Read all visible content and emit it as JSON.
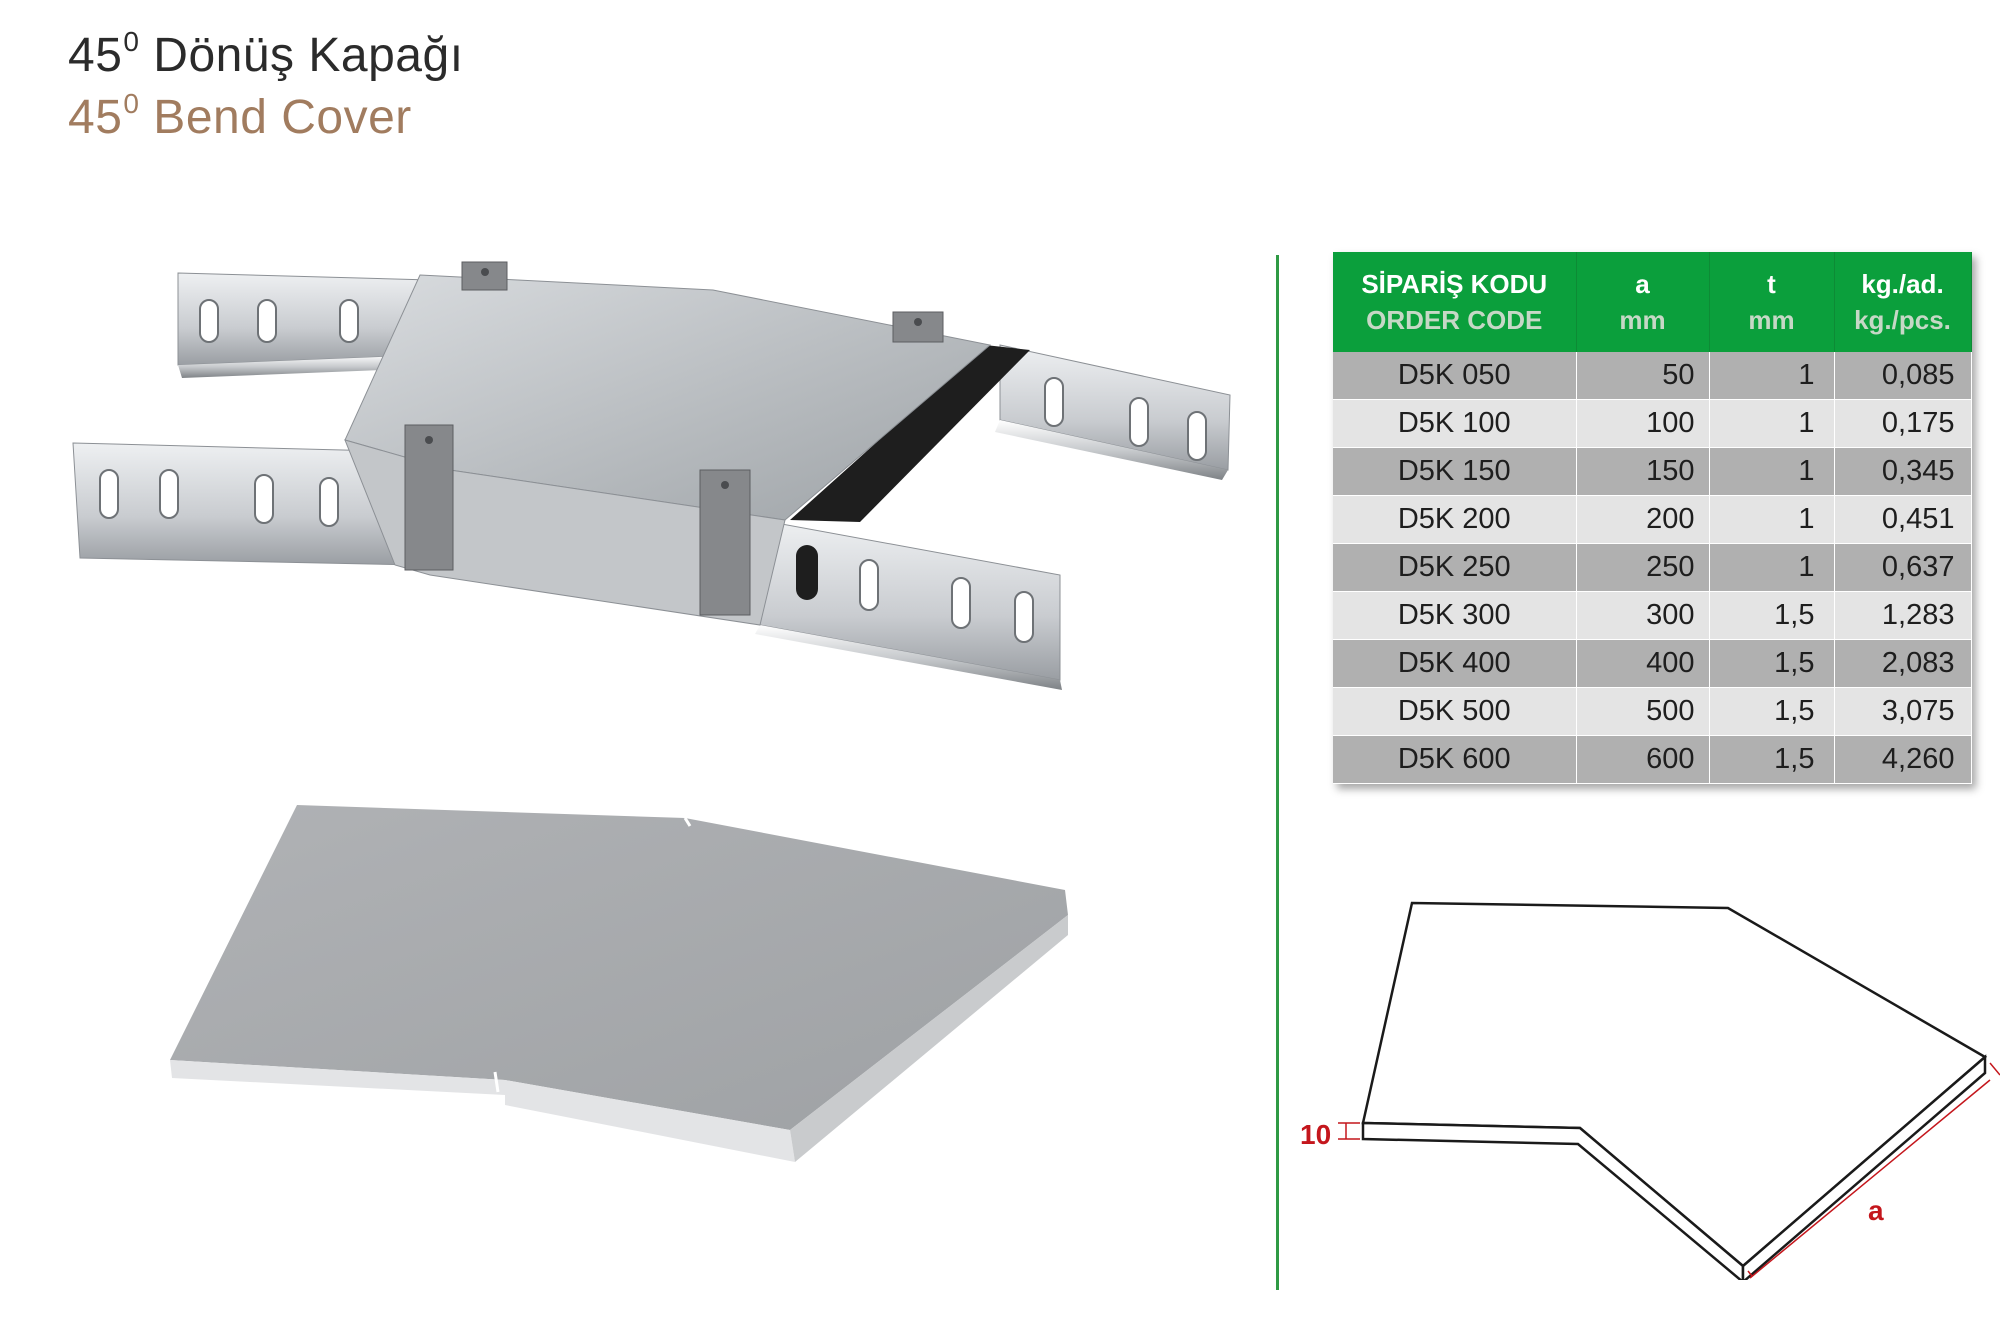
{
  "title": {
    "tr_main": "45",
    "tr_sup": "0",
    "tr_rest": " Dönüş Kapağı",
    "en_main": "45",
    "en_sup": "0",
    "en_rest": " Bend Cover"
  },
  "colors": {
    "header_green": "#0b9f3c",
    "divider_green": "#2f9a44",
    "title_brown": "#a17c5f",
    "dimension_red": "#c4161c"
  },
  "table": {
    "headers": [
      {
        "line1": "SİPARİŞ KODU",
        "line2": "ORDER CODE"
      },
      {
        "line1": "a",
        "line2": "mm"
      },
      {
        "line1": "t",
        "line2": "mm"
      },
      {
        "line1": "kg./ad.",
        "line2": "kg./pcs."
      }
    ],
    "rows": [
      {
        "code": "D5K 050",
        "a": "50",
        "t": "1",
        "kg": "0,085"
      },
      {
        "code": "D5K 100",
        "a": "100",
        "t": "1",
        "kg": "0,175"
      },
      {
        "code": "D5K 150",
        "a": "150",
        "t": "1",
        "kg": "0,345"
      },
      {
        "code": "D5K 200",
        "a": "200",
        "t": "1",
        "kg": "0,451"
      },
      {
        "code": "D5K 250",
        "a": "250",
        "t": "1",
        "kg": "0,637"
      },
      {
        "code": "D5K 300",
        "a": "300",
        "t": "1,5",
        "kg": "1,283"
      },
      {
        "code": "D5K 400",
        "a": "400",
        "t": "1,5",
        "kg": "2,083"
      },
      {
        "code": "D5K 500",
        "a": "500",
        "t": "1,5",
        "kg": "3,075"
      },
      {
        "code": "D5K 600",
        "a": "600",
        "t": "1,5",
        "kg": "4,260"
      }
    ]
  },
  "drawing": {
    "height_label": "10",
    "width_label": "a"
  },
  "images": {
    "assembly": "cable-tray-bend-with-cover-render",
    "cover": "bend-cover-plate-render"
  }
}
